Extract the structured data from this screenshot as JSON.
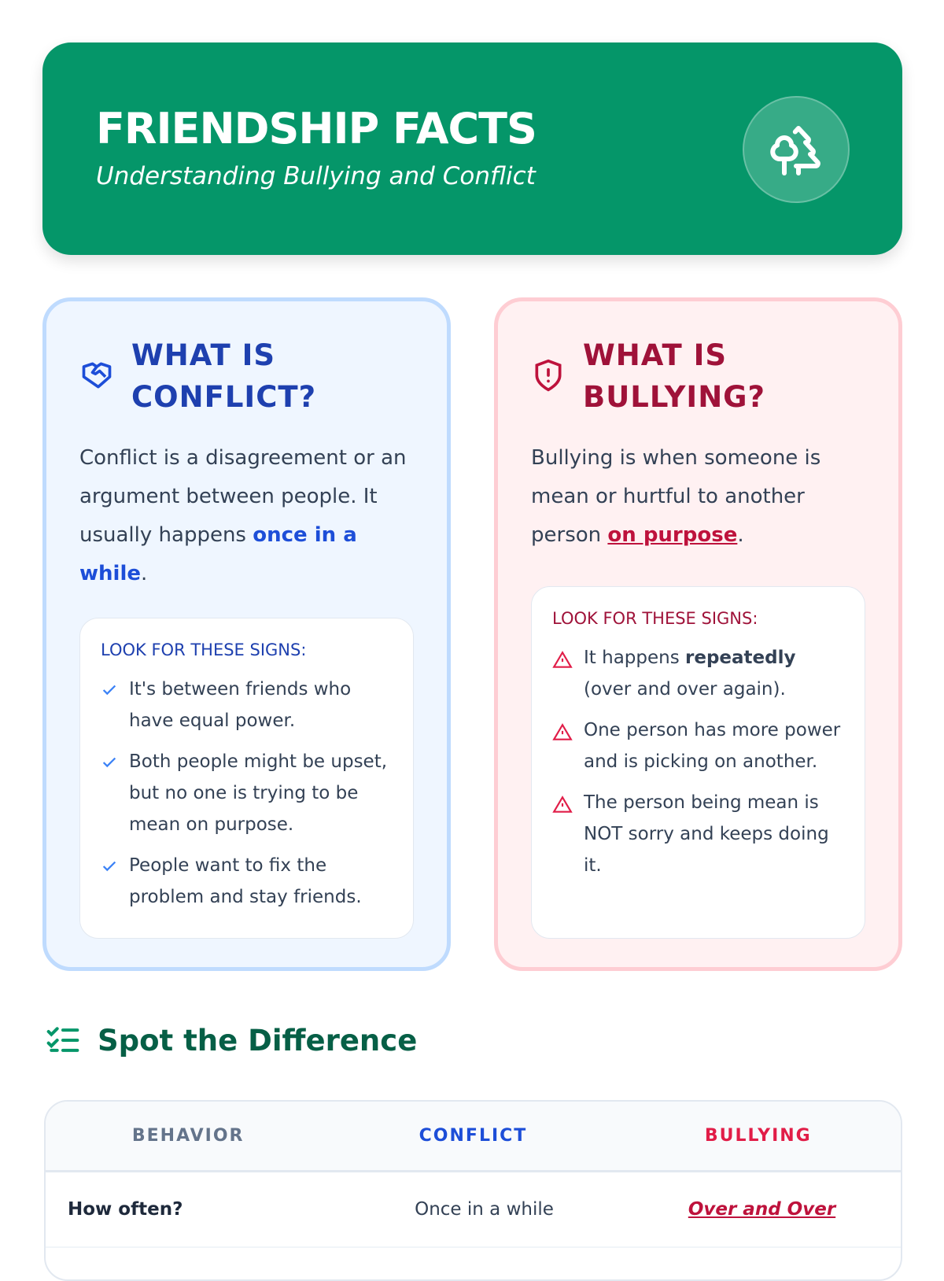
{
  "header": {
    "title": "FRIENDSHIP FACTS",
    "subtitle": "Understanding Bullying and Conflict",
    "icon": "trees-icon"
  },
  "conflict": {
    "title_line1": "WHAT IS",
    "title_line2": "CONFLICT?",
    "desc_pre": "Conflict is a disagreement or an argument between people. It usually happens ",
    "desc_hl": "once in a while",
    "desc_post": ".",
    "signs_title": "LOOK FOR THESE SIGNS:",
    "signs": [
      "It's between friends who have equal power.",
      "Both people might be upset, but no one is trying to be mean on purpose.",
      "People want to fix the problem and stay friends."
    ]
  },
  "bullying": {
    "title_line1": "WHAT IS",
    "title_line2": "BULLYING?",
    "desc_pre": "Bullying is when someone is mean or hurtful to another person ",
    "desc_hl": "on purpose",
    "desc_post": ".",
    "signs_title": "LOOK FOR THESE SIGNS:",
    "sign1_pre": "It happens ",
    "sign1_bold": "repeatedly",
    "sign1_post": " (over and over again).",
    "sign2": "One person has more power and is picking on another.",
    "sign3": "The person being mean is NOT sorry and keeps doing it."
  },
  "section": {
    "title": "Spot the Difference"
  },
  "table": {
    "headers": [
      "BEHAVIOR",
      "CONFLICT",
      "BULLYING"
    ],
    "rows": [
      [
        "How often?",
        "Once in a while",
        "Over and Over"
      ]
    ]
  },
  "colors": {
    "brand": "#059669",
    "conflict": "#1d4ed8",
    "bullying": "#be123c"
  }
}
